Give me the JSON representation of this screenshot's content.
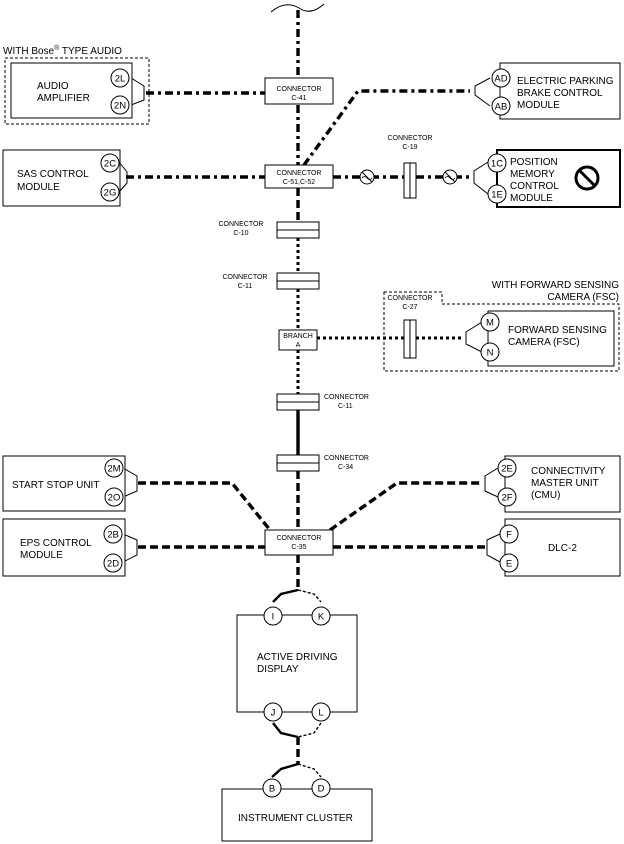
{
  "groups": {
    "bose": "WITH Bose",
    "bose_reg": "®",
    "bose_suffix": " TYPE AUDIO",
    "fsc_line1": "WITH FORWARD SENSING",
    "fsc_line2": "CAMERA (FSC)"
  },
  "modules": {
    "audio_amp": [
      "AUDIO",
      "AMPLIFIER"
    ],
    "epb": [
      "ELECTRIC PARKING",
      "BRAKE CONTROL",
      "MODULE"
    ],
    "sas": [
      "SAS CONTROL",
      "MODULE"
    ],
    "pos_mem": [
      "POSITION",
      "MEMORY",
      "CONTROL",
      "MODULE"
    ],
    "fsc": [
      "FORWARD SENSING",
      "CAMERA (FSC)"
    ],
    "start_stop": [
      "START STOP UNIT"
    ],
    "cmu": [
      "CONNECTIVITY",
      "MASTER UNIT",
      "(CMU)"
    ],
    "eps": [
      "EPS CONTROL",
      "MODULE"
    ],
    "dlc2": [
      "DLC-2"
    ],
    "add": [
      "ACTIVE DRIVING",
      "DISPLAY"
    ],
    "cluster": [
      "INSTRUMENT CLUSTER"
    ]
  },
  "pins": {
    "audio_amp": [
      "2L",
      "2N"
    ],
    "epb": [
      "AD",
      "AB"
    ],
    "sas": [
      "2C",
      "2G"
    ],
    "pos_mem": [
      "1C",
      "1E"
    ],
    "fsc": [
      "M",
      "N"
    ],
    "start_stop": [
      "2M",
      "2O"
    ],
    "cmu": [
      "2E",
      "2F"
    ],
    "eps": [
      "2B",
      "2D"
    ],
    "dlc2": [
      "F",
      "E"
    ],
    "add_top": [
      "I",
      "K"
    ],
    "add_bottom": [
      "J",
      "L"
    ],
    "cluster": [
      "B",
      "D"
    ]
  },
  "connectors": {
    "c41": [
      "CONNECTOR",
      "C-41"
    ],
    "c51": [
      "CONNECTOR",
      "C-51,C-52"
    ],
    "c19": [
      "CONNECTOR",
      "C-19"
    ],
    "c10": [
      "CONNECTOR",
      "C-10"
    ],
    "c11_upper": [
      "CONNECTOR",
      "C-11"
    ],
    "c27": [
      "CONNECTOR",
      "C-27"
    ],
    "branch_a": [
      "BRANCH",
      "A"
    ],
    "c11_lower": [
      "CONNECTOR",
      "C-11"
    ],
    "c34": [
      "CONNECTOR",
      "C-34"
    ],
    "c35": [
      "CONNECTOR",
      "C-35"
    ]
  }
}
